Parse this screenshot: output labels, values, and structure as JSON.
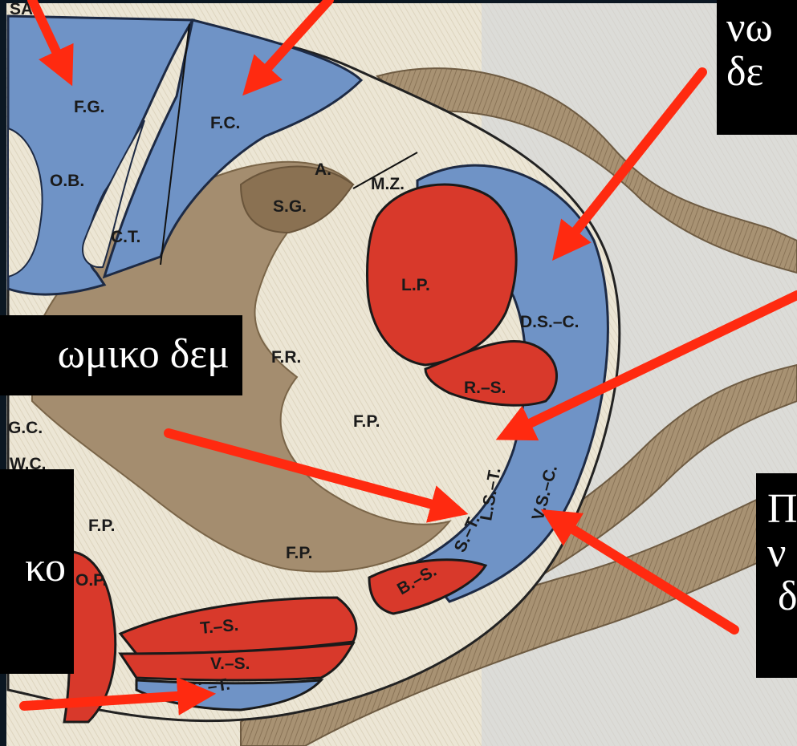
{
  "callouts": {
    "top_right": "νω\nδε",
    "mid_left": "ωμικο δεμ",
    "bottom_left": "κο",
    "bottom_right": "Π\nν\n δ"
  },
  "diagram": {
    "corner_text": "SAL",
    "labels": {
      "fg": "F.G.",
      "fc": "F.C.",
      "ob": "O.B.",
      "ct": "C.T.",
      "a": "A.",
      "mz": "M.Z.",
      "sg": "S.G.",
      "lp": "L.P.",
      "dsc": "D.S.–C.",
      "rs": "R.–S.",
      "fr": "F.R.",
      "fp1": "F.P.",
      "fp2": "F.P.",
      "fp3": "F.P.",
      "gc": "G.C.",
      "wc": "W.C.",
      "ls": "L.S.–T.",
      "vsc": "V.S.–C.",
      "st1": "S.–T.",
      "bs": "B.–S.",
      "ts": "T.–S.",
      "vs": "V.–S.",
      "st2": "S.–T.",
      "dp": "O.P."
    }
  },
  "colors": {
    "background": "#0b1722",
    "paper": "#e9e3d2",
    "blue_tract": "#6f93c6",
    "red_tract": "#d8392b",
    "brown_matter": "#a48d6f",
    "nerve_root": "#a08a6a",
    "arrow": "#ff2a10",
    "callout_bg": "#000000",
    "callout_text": "#ffffff"
  }
}
